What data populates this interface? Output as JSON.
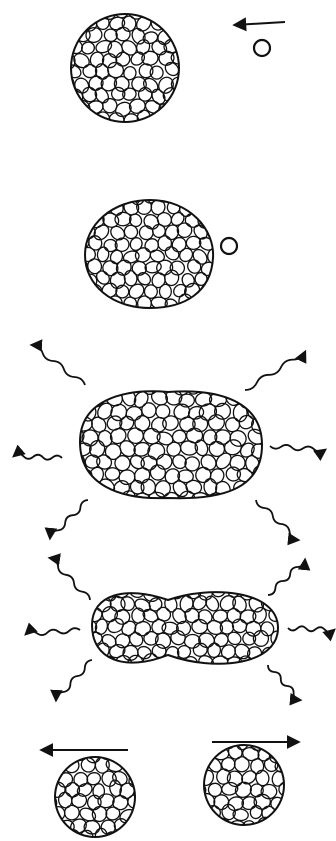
{
  "figure": {
    "kind": "fission-sequence-illustration",
    "ink_color": "#111111",
    "paper_color": "#ffffff",
    "stages": [
      {
        "name": "nucleus-and-incoming-neutron",
        "labels": []
      },
      {
        "name": "neutron-absorbed",
        "labels": []
      },
      {
        "name": "deformed-nucleus-emitting",
        "labels": []
      },
      {
        "name": "necking-nucleus-emitting",
        "labels": []
      },
      {
        "name": "fragments-separating",
        "labels": []
      }
    ]
  }
}
